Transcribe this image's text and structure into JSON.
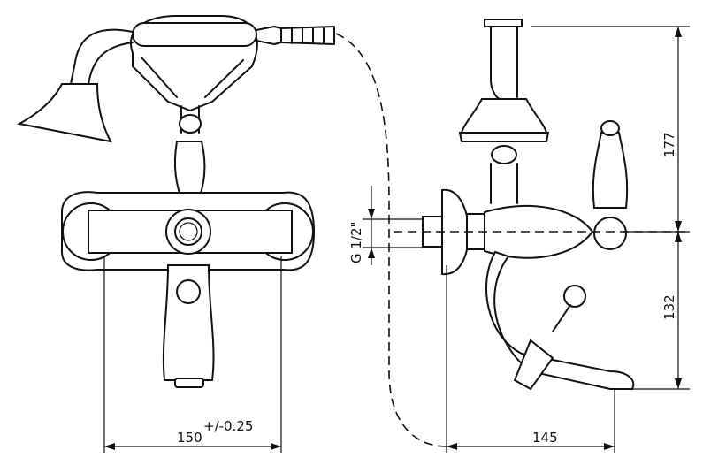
{
  "dimensions": {
    "width_front": "150",
    "tolerance": "+/-0.25",
    "depth_side": "145",
    "height_upper": "177",
    "height_lower": "132",
    "thread": "G 1/2\""
  }
}
